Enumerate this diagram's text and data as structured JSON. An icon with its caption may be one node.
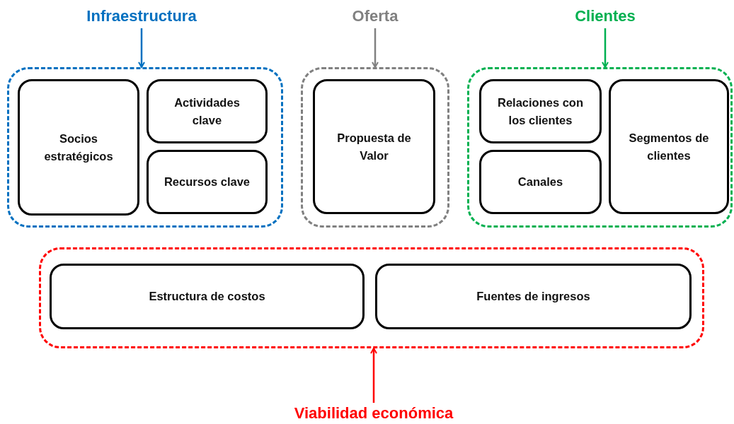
{
  "diagram": {
    "nodes": [
      {
        "text": [
          "Infraestructura"
        ]
      },
      {
        "text": [],
        "shape": "box"
      },
      {
        "text": [
          "Socios estratégicos"
        ],
        "in": 1
      },
      {
        "text": [
          "Actividades clave"
        ],
        "in": 1
      },
      {
        "text": [
          "Recursos clave"
        ],
        "in": 1
      },
      {
        "text": [
          "Oferta"
        ]
      },
      {
        "text": [],
        "shape": "box"
      },
      {
        "text": [
          "Propuesta de Valor"
        ],
        "in": 6
      },
      {
        "text": [
          "Clientes"
        ]
      },
      {
        "text": [],
        "shape": "box"
      },
      {
        "text": [
          "Relaciones con los clientes"
        ],
        "in": 9
      },
      {
        "text": [
          "Canales"
        ],
        "in": 9
      },
      {
        "text": [
          "Segmentos de clientes"
        ],
        "in": 9
      },
      {
        "text": [],
        "shape": "box"
      },
      {
        "text": [
          "Estructura de costos"
        ],
        "in": 13
      },
      {
        "text": [
          "Fuentes de ingresos"
        ],
        "in": 13
      },
      {
        "text": [
          "Viabilidad económica"
        ]
      }
    ],
    "edges": [
      {
        "from": 0,
        "to": 1,
        "arrow": "to",
        "color": "#0070c0"
      },
      {
        "from": 5,
        "to": 6,
        "arrow": "to",
        "color": "#808080"
      },
      {
        "from": 8,
        "to": 9,
        "arrow": "to",
        "color": "#00b050"
      },
      {
        "from": 16,
        "to": 13,
        "arrow": "to",
        "color": "#ff0000"
      }
    ]
  }
}
